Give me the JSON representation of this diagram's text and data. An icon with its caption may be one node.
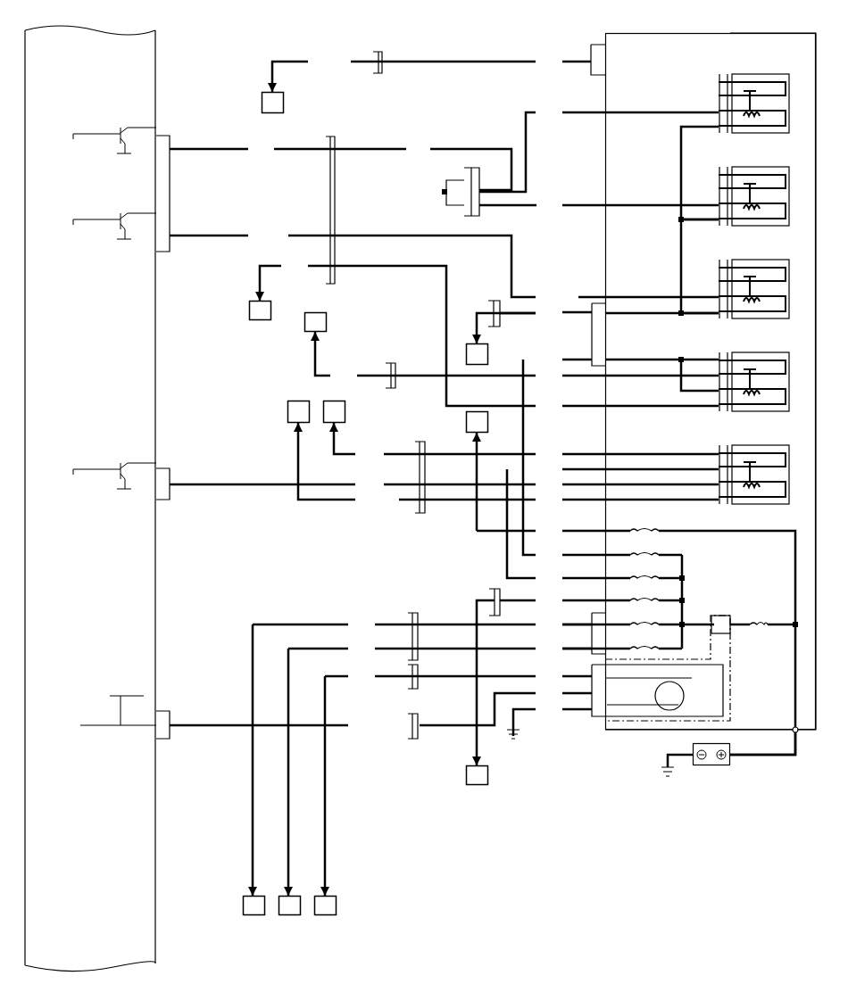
{
  "diagram": {
    "nodes": [
      {
        "text": [],
        "shape": "box"
      },
      {
        "text": [],
        "shape": "box"
      },
      {
        "text": [],
        "shape": "box",
        "in": 1
      },
      {
        "text": [],
        "shape": "box",
        "in": 1
      },
      {
        "text": [],
        "shape": "box",
        "in": 1
      },
      {
        "text": [],
        "shape": "box",
        "in": 1
      },
      {
        "text": [],
        "shape": "box",
        "in": 1
      },
      {
        "text": [],
        "shape": "box"
      },
      {
        "text": [],
        "shape": "box"
      },
      {
        "text": [],
        "shape": "box"
      },
      {
        "text": [],
        "shape": "box"
      },
      {
        "text": [],
        "shape": "box"
      },
      {
        "text": [],
        "shape": "box"
      },
      {
        "text": [],
        "shape": "box"
      },
      {
        "text": [],
        "shape": "box"
      },
      {
        "text": [],
        "shape": "box"
      },
      {
        "text": [],
        "shape": "box"
      },
      {
        "text": [],
        "shape": "box"
      },
      {
        "text": [],
        "shape": "picture"
      }
    ],
    "edges": [
      {
        "from": null,
        "to": 7,
        "arrow": "to"
      },
      {
        "from": null,
        "to": 8,
        "arrow": "to"
      },
      {
        "from": null,
        "to": 9,
        "arrow": "to"
      },
      {
        "from": null,
        "to": 10,
        "arrow": "to"
      },
      {
        "from": null,
        "to": 11,
        "arrow": "to"
      },
      {
        "from": null,
        "to": 12,
        "arrow": "to"
      },
      {
        "from": null,
        "to": 13,
        "arrow": "to"
      },
      {
        "from": null,
        "to": 14,
        "arrow": "to"
      },
      {
        "from": null,
        "to": 15,
        "arrow": "to"
      },
      {
        "from": null,
        "to": 16,
        "arrow": "to"
      },
      {
        "from": null,
        "to": 17,
        "arrow": "to"
      },
      {
        "from": 18,
        "to": 1,
        "arrow": "other"
      },
      {
        "from": 2,
        "to": 3,
        "arrow": "none"
      },
      {
        "from": 3,
        "to": 4,
        "arrow": "none"
      },
      {
        "from": null,
        "to": 4,
        "arrow": "none"
      }
    ]
  }
}
